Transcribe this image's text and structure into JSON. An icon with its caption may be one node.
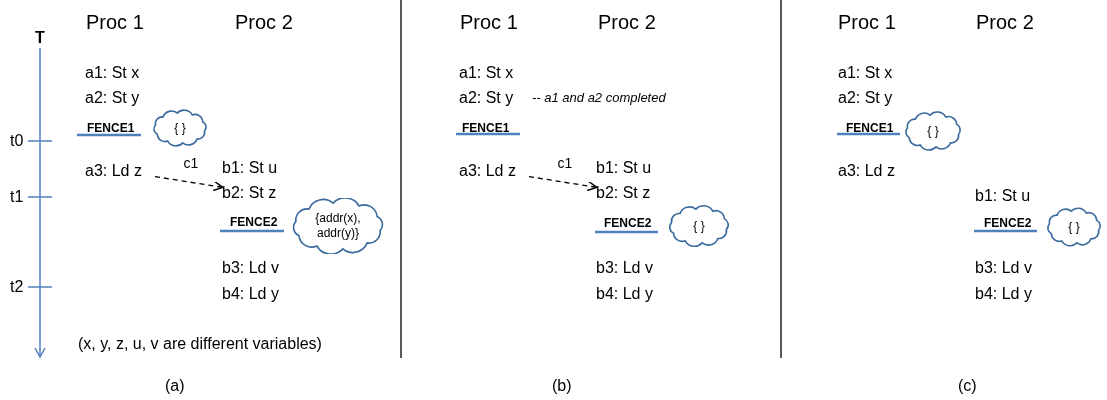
{
  "diagram": {
    "nodes": [
      {
        "text": [
          "a3: Ld z"
        ]
      },
      {
        "text": [
          "b2: St z"
        ]
      },
      {
        "text": [
          "{ }"
        ]
      },
      {
        "text": [
          "{addr(x), addr(y)}"
        ]
      },
      {
        "text": [
          "a3: Ld z"
        ]
      },
      {
        "text": [
          "b2: St z"
        ]
      },
      {
        "text": [
          "{ }"
        ]
      },
      {
        "text": [
          "{ }"
        ]
      },
      {
        "text": [
          "{ }"
        ]
      }
    ],
    "edges": [
      {
        "from": 0,
        "to": 1,
        "arrow": "to",
        "label": "c1",
        "style": "dashed"
      },
      {
        "from": 4,
        "to": 5,
        "arrow": "to",
        "label": "c1",
        "style": "dashed"
      }
    ],
    "labels": [
      "T",
      "t0",
      "t1",
      "t2",
      "Proc 1",
      "Proc 2",
      "a1: St x",
      "a2: St y",
      "FENCE1",
      "b1: St u",
      "FENCE2",
      "b3: Ld v",
      "b4: Ld y",
      "(x, y, z, u, v are different variables)",
      "(a)",
      "Proc 1",
      "Proc 2",
      "a1: St x",
      "a2: St y",
      "-- a1 and a2 completed",
      "FENCE1",
      "b1: St u",
      "FENCE2",
      "b3: Ld v",
      "b4: Ld y",
      "(b)",
      "Proc 1",
      "Proc 2",
      "a1: St x",
      "a2: St y",
      "FENCE1",
      "a3: Ld z",
      "b1: St u",
      "FENCE2",
      "b3: Ld v",
      "b4: Ld y",
      "(c)"
    ]
  }
}
